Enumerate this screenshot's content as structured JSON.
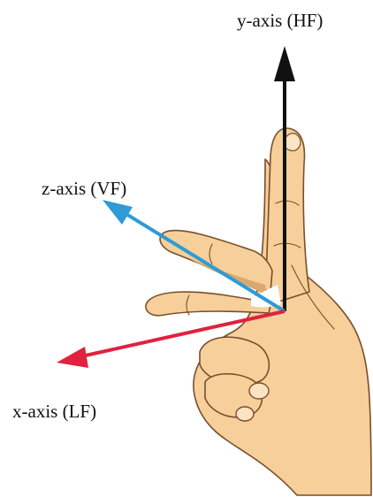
{
  "labels": {
    "y_axis": "y-axis (HF)",
    "z_axis": "z-axis (VF)",
    "x_axis": "x-axis (LF)"
  },
  "colors": {
    "y_axis": "#111111",
    "z_axis": "#2e9bd6",
    "x_axis": "#e0213f",
    "skin": "#f6cf9b",
    "skin_shadow": "#dba86f",
    "outline": "#7a4f2a"
  }
}
